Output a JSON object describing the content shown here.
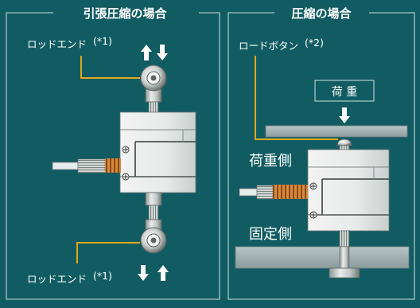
{
  "left_panel": {
    "title": "引張圧縮の場合",
    "rod_end_top_label": "ロッドエンド",
    "rod_end_top_note": "(*1)",
    "rod_end_bottom_label": "ロッドエンド",
    "rod_end_bottom_note": "(*1)"
  },
  "right_panel": {
    "title": "圧縮の場合",
    "load_button_label": "ロードボタン",
    "load_button_note": "(*2)",
    "load_box_label": "荷 重",
    "load_side_label": "荷重側",
    "fixed_side_label": "固定側"
  },
  "colors": {
    "background": "#115c63",
    "frame": "#cfe2e3",
    "leader": "#e0a81c",
    "metal_light": "#e8eceb",
    "metal_dark": "#7d8684",
    "cable_spring": "#c8782a",
    "plate": "#96a6a8"
  },
  "icons": [
    "arrow-up-icon",
    "arrow-down-icon",
    "screw-icon",
    "spring-icon"
  ]
}
